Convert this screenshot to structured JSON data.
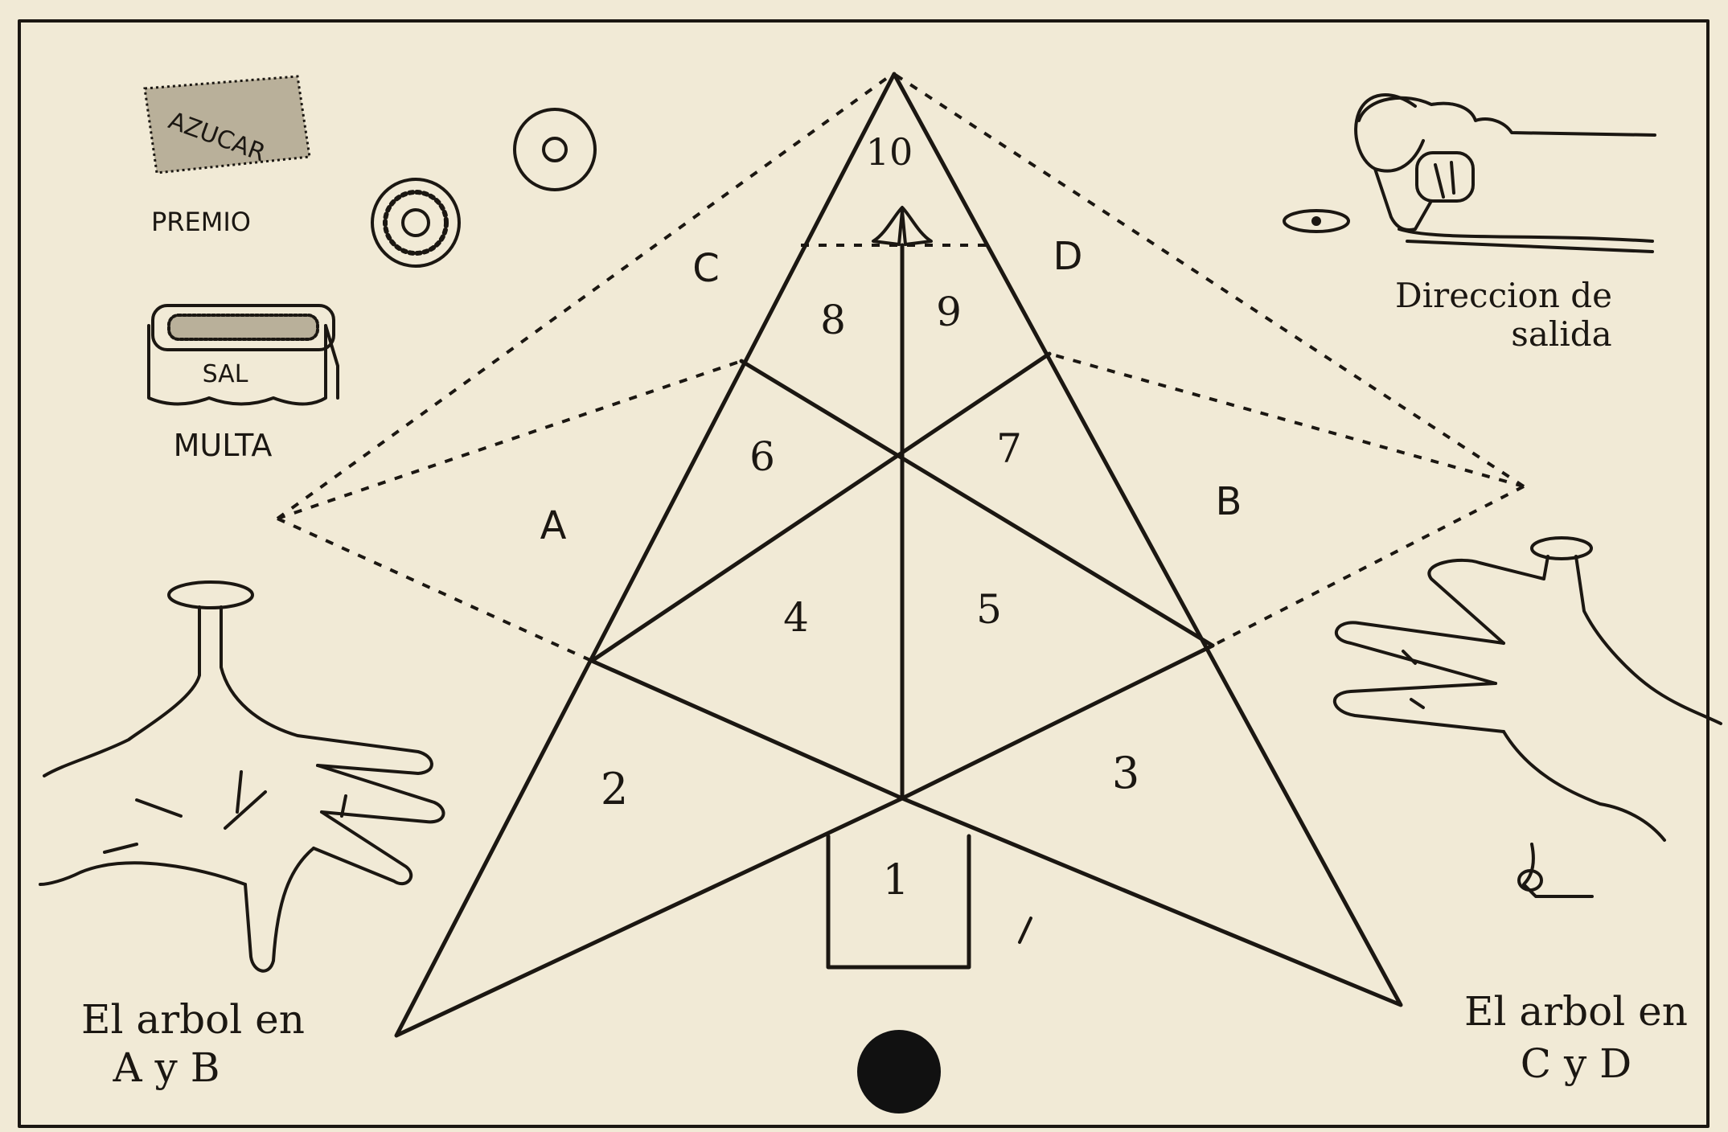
{
  "labels": {
    "premio": "PREMIO",
    "premio_box_text": "AZUCAR",
    "multa": "MULTA",
    "multa_box_text": "SAL",
    "direction_line1": "Direccion de",
    "direction_line2": "salida",
    "tree_ab_line1": "El arbol en",
    "tree_ab_line2": "A y B",
    "tree_cd_line1": "El arbol en",
    "tree_cd_line2": "C y D"
  },
  "regions": {
    "A": "A",
    "B": "B",
    "C": "C",
    "D": "D"
  },
  "zones": [
    "1",
    "2",
    "3",
    "4",
    "5",
    "6",
    "7",
    "8",
    "9",
    "10"
  ],
  "colors": {
    "paper": "#f1ead6",
    "ink": "#1b1712"
  }
}
